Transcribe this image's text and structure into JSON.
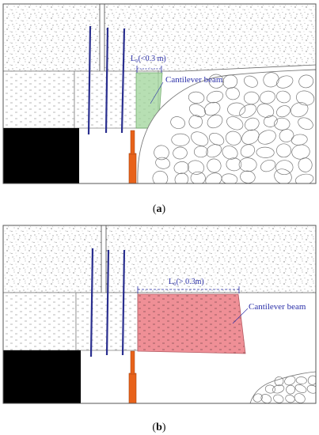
{
  "figure": {
    "panels": [
      {
        "id": "a",
        "caption": "(a)",
        "caption_letter": "a",
        "dimension_label": "L₀(<0.3 m)",
        "beam_label": "Cantilever beam",
        "beam_color": "#9fd49a"
      },
      {
        "id": "b",
        "caption": "(b)",
        "caption_letter": "b",
        "dimension_label": "L₀(> 0.3m)",
        "beam_label": "Cantilever beam",
        "beam_color": "#ef8f96"
      }
    ],
    "colors": {
      "frame": "#555555",
      "bolt": "#2a2f8f",
      "support": "#e8621a",
      "coal_block": "#000000",
      "annotation": "#2a2fa8",
      "rock_outline": "#777777"
    }
  }
}
